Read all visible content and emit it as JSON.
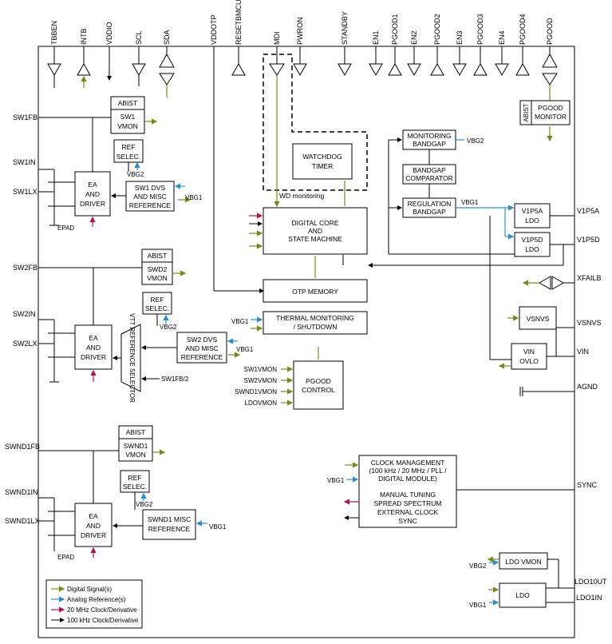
{
  "top_pins": [
    "TBBEN",
    "INTB",
    "VDDIO",
    "SCL",
    "SDA",
    "VDDOTP",
    "RESETBMCU",
    "MDI",
    "PWRON",
    "STANDBY",
    "EN1",
    "PGOOD1",
    "EN2",
    "PGOOD2",
    "EN3",
    "PGOOD3",
    "EN4",
    "PGOOD4",
    "PGOOD"
  ],
  "left_pins": {
    "sw1fb": "SW1FB",
    "sw1in": "SW1IN",
    "sw1lx": "SW1LX",
    "sw2fb": "SW2FB",
    "sw2in": "SW2IN",
    "sw2lx": "SW2LX",
    "swnd1fb": "SWND1FB",
    "swnd1in": "SWND1IN",
    "swnd1lx": "SWND1LX",
    "epad": "EPAD"
  },
  "right_pins": {
    "v1p5a": "V1P5A",
    "v1p5d": "V1P5D",
    "xfailb": "XFAILB",
    "vsnvs": "VSNVS",
    "vin": "VIN",
    "agnd": "AGND",
    "sync": "SYNC",
    "ldo10ut": "LDO10UT",
    "ldo1in": "LDO1IN"
  },
  "blocks": {
    "abist": "ABIST",
    "sw1vmon": [
      "SW1",
      "VMON"
    ],
    "ref_selec": [
      "REF",
      "SELEC."
    ],
    "ea_driver": [
      "EA",
      "AND",
      "DRIVER"
    ],
    "sw1dvs": [
      "SW1 DVS",
      "AND MISC",
      "REFERENCE"
    ],
    "sw2vmon": [
      "SWD2",
      "VMON"
    ],
    "sw2dvs": [
      "SW2 DVS",
      "AND MISC",
      "REFERENCE"
    ],
    "vtt": "VTT REFERENCE SELECTOR",
    "sw1fb2": "SW1FB/2",
    "swnd1vmon": [
      "SWND1",
      "VMON"
    ],
    "swnd1misc": [
      "SWND1 MISC",
      "REFERENCE"
    ],
    "watchdog": [
      "WATCHDOG",
      "TIMER"
    ],
    "wd_monitoring": "WD monitoring",
    "digital_core": [
      "DIGITAL CORE",
      "AND",
      "STATE MACHINE"
    ],
    "otp": "OTP MEMORY",
    "thermal": [
      "THERMAL MONITORING",
      "/ SHUTDOWN"
    ],
    "pgood_control": [
      "PGOOD",
      "CONTROL"
    ],
    "pgood_inputs": [
      "SW1VMON",
      "SW2VMON",
      "SWND1VMON",
      "LDOVMON"
    ],
    "mon_bandgap": [
      "MONITORING",
      "BANDGAP"
    ],
    "bg_comp": [
      "BANDGAP",
      "COMPARATOR"
    ],
    "reg_bandgap": [
      "REGULATION",
      "BANDGAP"
    ],
    "v1p5a_ldo": [
      "V1P5A",
      "LDO"
    ],
    "v1p5d_ldo": [
      "V1P5D",
      "LDO"
    ],
    "pgood_monitor": [
      "PGOOD",
      "MONITOR"
    ],
    "vsnvs": "VSNVS",
    "vin_ovlo": [
      "VIN",
      "OVLO"
    ],
    "clock": [
      "CLOCK MANAGEMENT",
      "(100 kHz / 20 MHz / PLL /",
      "DIGITAL MODULE)",
      "",
      "MANUAL TUNING",
      "SPREAD SPECTRUM",
      "EXTERNAL CLOCK",
      "SYNC"
    ],
    "ldo_vmon": "LDO VMON",
    "ldo": "LDO"
  },
  "vbg1": "VBG1",
  "vbg2": "VBG2",
  "legend": [
    "Digital Signal(s)",
    "Analog Reference(s)",
    "20 MHz Clock/Derivative",
    "100 kHz Clock/Derivative"
  ],
  "colors": {
    "digital": "#7a8a1a",
    "analog": "#2a8fd0",
    "clk20": "#b0184a",
    "clk100": "#000000"
  }
}
